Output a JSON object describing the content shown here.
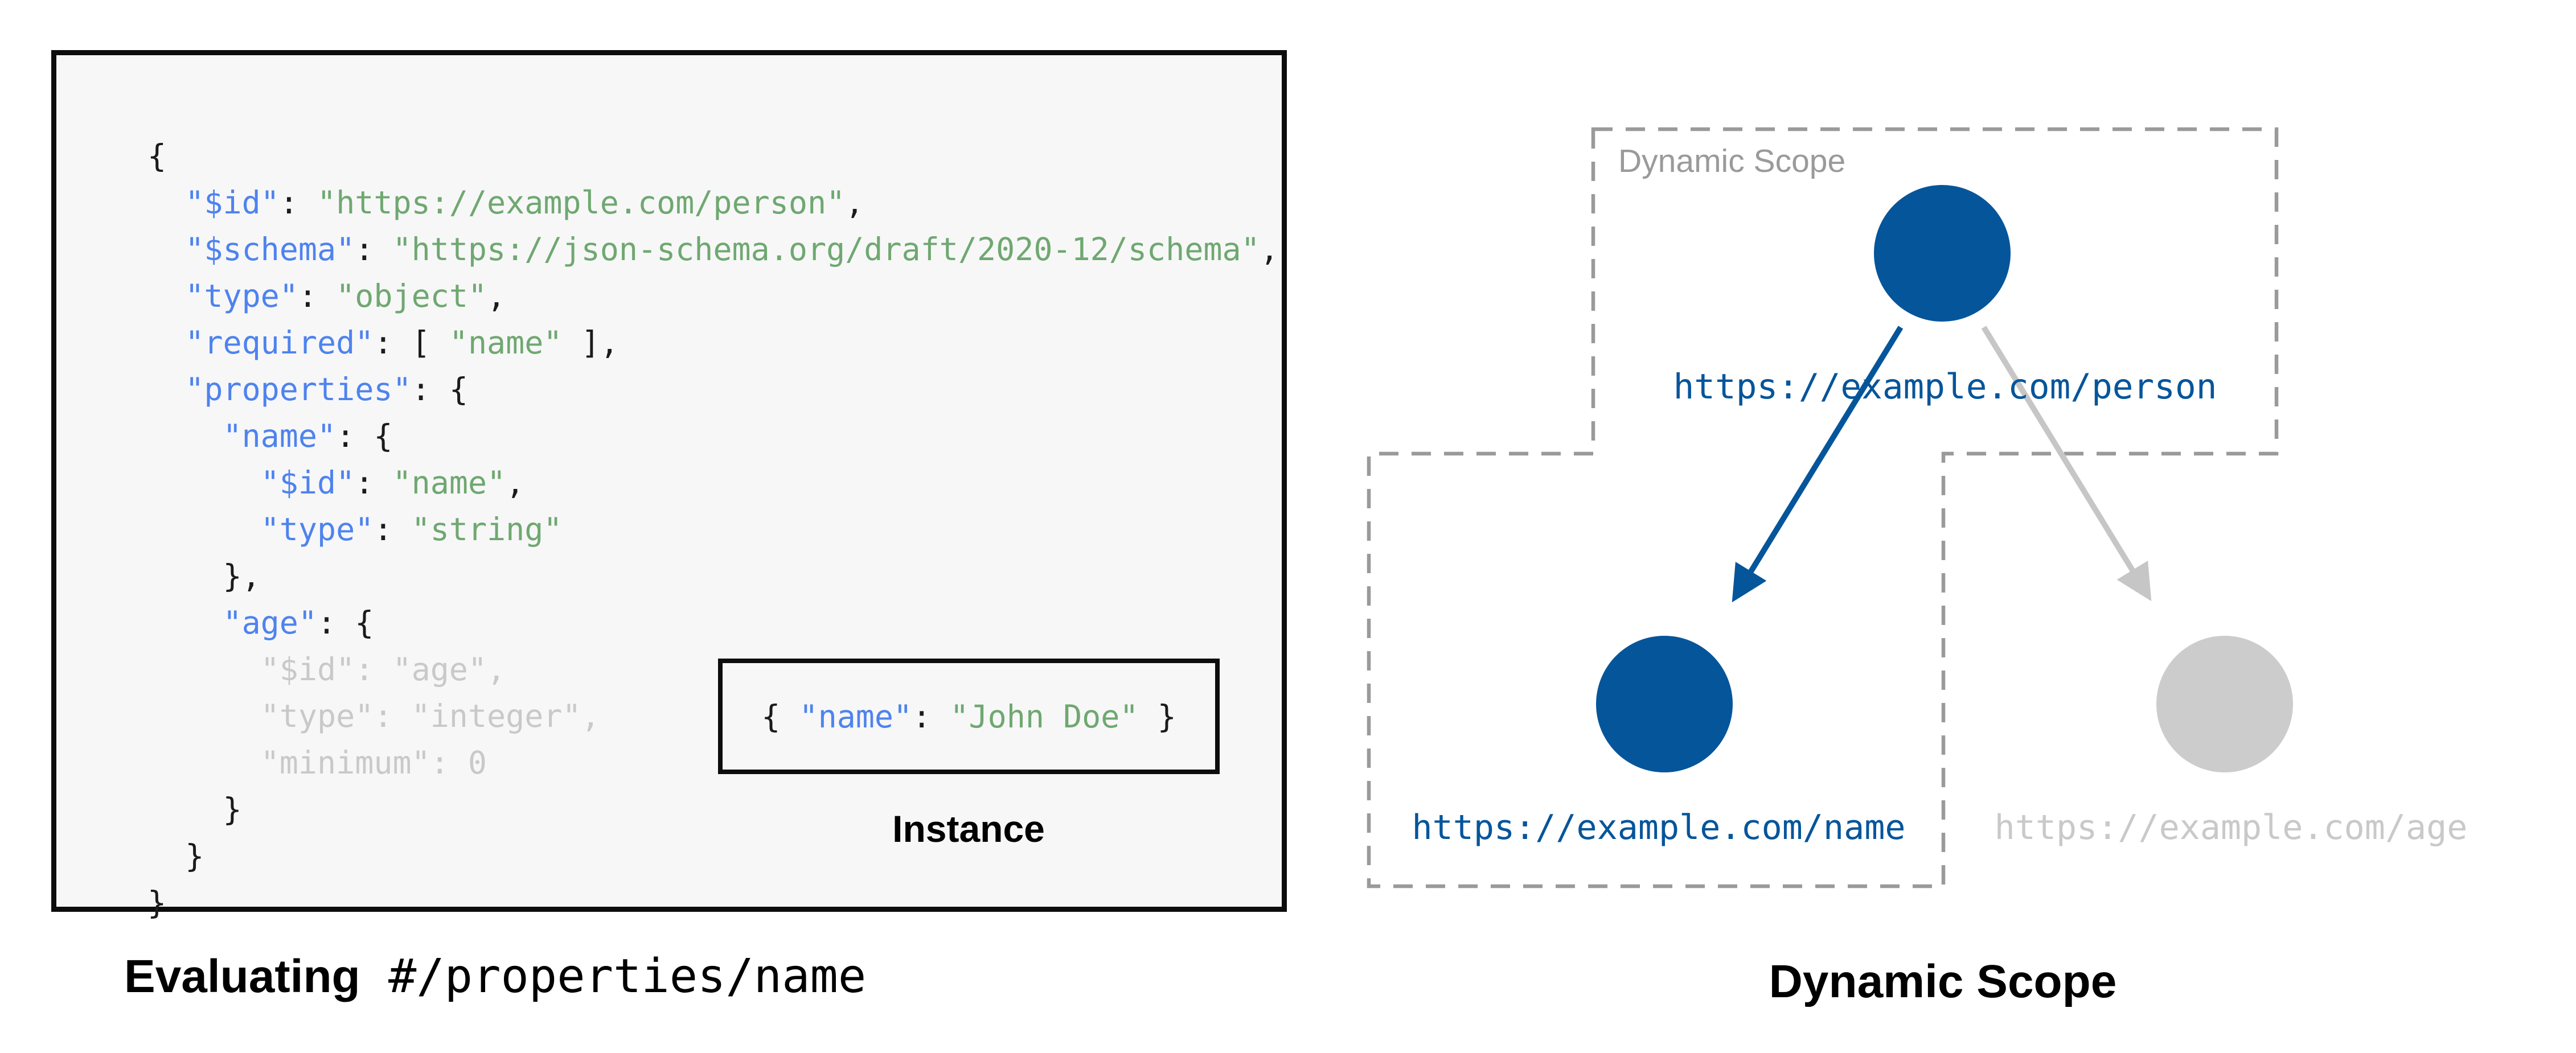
{
  "left_panel": {
    "code_lines": [
      [
        [
          "p",
          "{"
        ]
      ],
      [
        [
          "p",
          "  "
        ],
        [
          "k",
          "\"$id\""
        ],
        [
          "p",
          ": "
        ],
        [
          "s",
          "\"https://example.com/person\""
        ],
        [
          "p",
          ","
        ]
      ],
      [
        [
          "p",
          "  "
        ],
        [
          "k",
          "\"$schema\""
        ],
        [
          "p",
          ": "
        ],
        [
          "s",
          "\"https://json-schema.org/draft/2020-12/schema\""
        ],
        [
          "p",
          ","
        ]
      ],
      [
        [
          "p",
          "  "
        ],
        [
          "k",
          "\"type\""
        ],
        [
          "p",
          ": "
        ],
        [
          "s",
          "\"object\""
        ],
        [
          "p",
          ","
        ]
      ],
      [
        [
          "p",
          "  "
        ],
        [
          "k",
          "\"required\""
        ],
        [
          "p",
          ": [ "
        ],
        [
          "s",
          "\"name\""
        ],
        [
          "p",
          " ],"
        ]
      ],
      [
        [
          "p",
          "  "
        ],
        [
          "k",
          "\"properties\""
        ],
        [
          "p",
          ": {"
        ]
      ],
      [
        [
          "p",
          "    "
        ],
        [
          "k",
          "\"name\""
        ],
        [
          "p",
          ": {"
        ]
      ],
      [
        [
          "p",
          "      "
        ],
        [
          "k",
          "\"$id\""
        ],
        [
          "p",
          ": "
        ],
        [
          "s",
          "\"name\""
        ],
        [
          "p",
          ","
        ]
      ],
      [
        [
          "p",
          "      "
        ],
        [
          "k",
          "\"type\""
        ],
        [
          "p",
          ": "
        ],
        [
          "s",
          "\"string\""
        ]
      ],
      [
        [
          "p",
          "    },"
        ]
      ],
      [
        [
          "p",
          "    "
        ],
        [
          "k",
          "\"age\""
        ],
        [
          "p",
          ": {"
        ]
      ],
      [
        [
          "f",
          "      \"$id\": \"age\","
        ]
      ],
      [
        [
          "f",
          "      \"type\": \"integer\","
        ]
      ],
      [
        [
          "f",
          "      \"minimum\": 0"
        ]
      ],
      [
        [
          "p",
          "    }"
        ]
      ],
      [
        [
          "p",
          "  }"
        ]
      ],
      [
        [
          "p",
          "}"
        ]
      ]
    ],
    "instance_segments": [
      [
        "p",
        "{ "
      ],
      [
        "k",
        "\"name\""
      ],
      [
        "p",
        ": "
      ],
      [
        "s",
        "\"John Doe\""
      ],
      [
        "p",
        " }"
      ]
    ],
    "instance_label": "Instance",
    "caption_bold": "Evaluating",
    "caption_code": " #/properties/name"
  },
  "right_panel": {
    "scope_box_label": "Dynamic Scope",
    "nodes": [
      {
        "id": "person",
        "label": "https://example.com/person",
        "state": "active"
      },
      {
        "id": "name",
        "label": "https://example.com/name",
        "state": "active"
      },
      {
        "id": "age",
        "label": "https://example.com/age",
        "state": "inactive"
      }
    ],
    "edges": [
      {
        "from": "person",
        "to": "name",
        "state": "active"
      },
      {
        "from": "person",
        "to": "age",
        "state": "inactive"
      }
    ],
    "caption": "Dynamic Scope"
  },
  "colors": {
    "code_key": "#4e83ee",
    "code_string": "#6fa870",
    "code_muted": "#c9c9c9",
    "code_punct": "#1b1b1b",
    "code_box_bg": "#f7f7f8",
    "node_active": "#05559b",
    "node_inactive": "#cccccc",
    "label_inactive": "#c9c9c9",
    "arrow_inactive": "#c6c6c6",
    "dashed_border": "#9a9a9a"
  }
}
